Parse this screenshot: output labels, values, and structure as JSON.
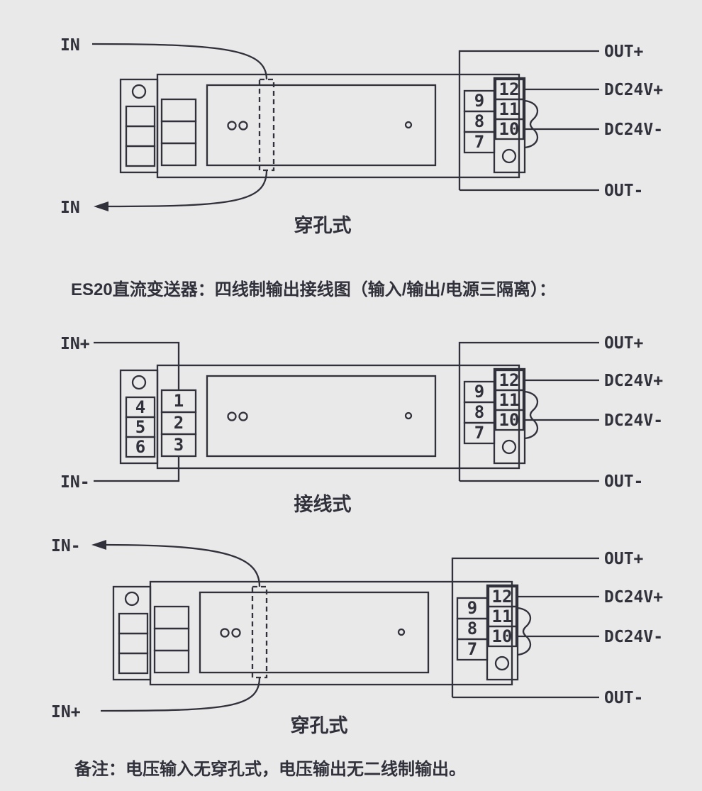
{
  "colors": {
    "bg": "#e9e9e9",
    "line": "#31313b"
  },
  "title": "ES20直流变送器：四线制输出接线图（输入/输出/电源三隔离）：",
  "note": "备注：电压输入无穿孔式，电压输出无二线制输出。",
  "d1": {
    "caption": "穿孔式",
    "in_top": "IN",
    "in_bottom": "IN",
    "out_plus": "OUT+",
    "dc24v_plus": "DC24V+",
    "dc24v_minus": "DC24V-",
    "out_minus": "OUT-",
    "terminals_inner": {
      "t9": "9",
      "t8": "8",
      "t7": "7"
    },
    "terminals_outer": {
      "t12": "12",
      "t11": "11",
      "t10": "10"
    }
  },
  "d2": {
    "caption": "接线式",
    "in_top": "IN+",
    "in_bottom": "IN-",
    "out_plus": "OUT+",
    "dc24v_plus": "DC24V+",
    "dc24v_minus": "DC24V-",
    "out_minus": "OUT-",
    "terminals_left_outer": {
      "t4": "4",
      "t5": "5",
      "t6": "6"
    },
    "terminals_left_inner": {
      "t1": "1",
      "t2": "2",
      "t3": "3"
    },
    "terminals_inner": {
      "t9": "9",
      "t8": "8",
      "t7": "7"
    },
    "terminals_outer": {
      "t12": "12",
      "t11": "11",
      "t10": "10"
    }
  },
  "d3": {
    "caption": "穿孔式",
    "in_top": "IN-",
    "in_bottom": "IN+",
    "out_plus": "OUT+",
    "dc24v_plus": "DC24V+",
    "dc24v_minus": "DC24V-",
    "out_minus": "OUT-",
    "terminals_inner": {
      "t9": "9",
      "t8": "8",
      "t7": "7"
    },
    "terminals_outer": {
      "t12": "12",
      "t11": "11",
      "t10": "10"
    }
  }
}
